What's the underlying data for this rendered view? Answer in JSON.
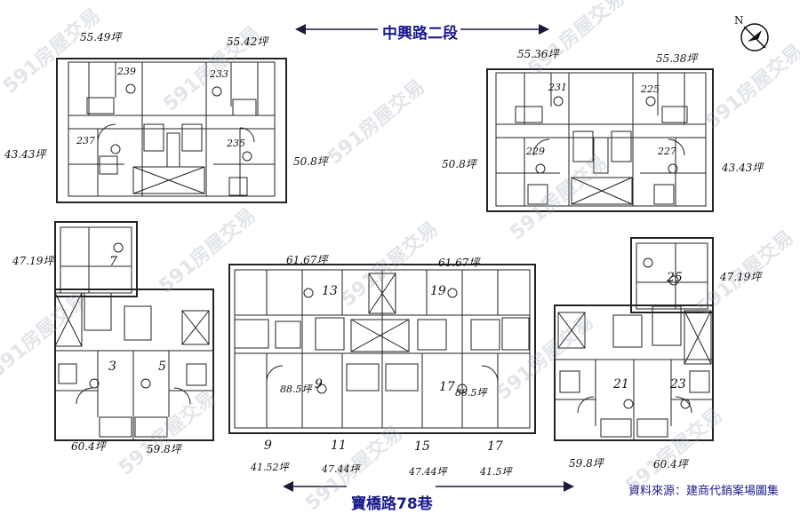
{
  "streets": {
    "north": "中興路二段",
    "south": "寶橋路78巷"
  },
  "source_note": "資料來源：建商代銷案場圖集",
  "compass_label": "N",
  "watermark": "591房屋交易",
  "buildings": {
    "top_left": {
      "area_tl": "55.49坪",
      "area_tr": "55.42坪",
      "area_left": "43.43坪",
      "area_right": "50.8坪",
      "units": [
        "239",
        "233",
        "237",
        "235"
      ]
    },
    "top_right": {
      "area_tl": "55.36坪",
      "area_tr": "55.38坪",
      "area_left": "50.8坪",
      "area_right": "43.43坪",
      "units": [
        "231",
        "225",
        "229",
        "227"
      ]
    },
    "bottom_left": {
      "area_top": "47.19坪",
      "area_bl": "60.4坪",
      "area_br": "59.8坪",
      "units": [
        "7",
        "3",
        "5"
      ]
    },
    "bottom_center": {
      "area_tl": "61.67坪",
      "area_tr": "61.67坪",
      "area_ml": "88.5坪",
      "area_mr": "88.5坪",
      "units": [
        "13",
        "19",
        "9",
        "17"
      ],
      "bottom_units": [
        {
          "no": "9",
          "area": "41.52坪"
        },
        {
          "no": "11",
          "area": "47.44坪"
        },
        {
          "no": "15",
          "area": "47.44坪"
        },
        {
          "no": "17",
          "area": "41.5坪"
        }
      ]
    },
    "bottom_right": {
      "area_top": "47.19坪",
      "area_bl": "59.8坪",
      "area_br": "60.4坪",
      "units": [
        "25",
        "21",
        "23"
      ]
    }
  }
}
